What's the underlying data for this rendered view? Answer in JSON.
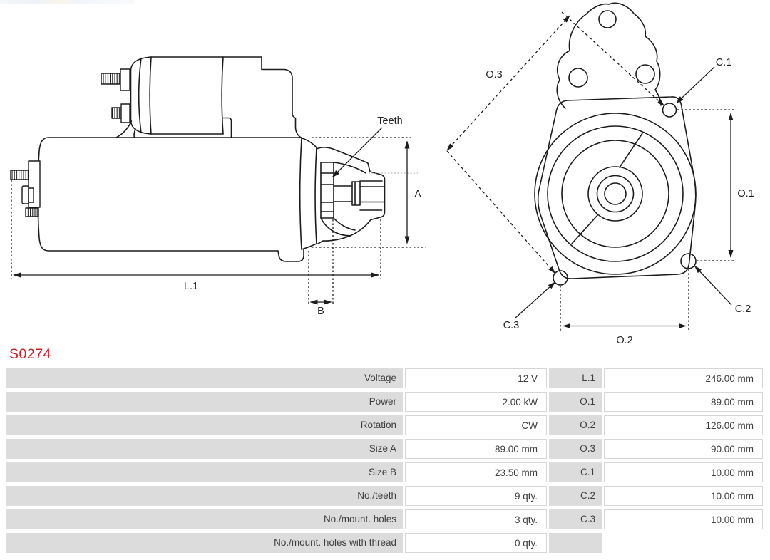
{
  "part_number": "S0274",
  "colors": {
    "part_number_red": "#c42127",
    "table_cell_gray": "#dcdcdc",
    "drawing_line": "#1c1c1c"
  },
  "diagram": {
    "side": {
      "teeth": "Teeth",
      "a": "A",
      "b": "B",
      "l1": "L.1"
    },
    "front": {
      "o1": "O.1",
      "o2": "O.2",
      "o3": "O.3",
      "c1": "C.1",
      "c2": "C.2",
      "c3": "C.3"
    }
  },
  "table": {
    "rows": [
      {
        "label": "Voltage",
        "value": "12 V",
        "label2": "L.1",
        "value2": "246.00 mm"
      },
      {
        "label": "Power",
        "value": "2.00 kW",
        "label2": "O.1",
        "value2": "89.00 mm"
      },
      {
        "label": "Rotation",
        "value": "CW",
        "label2": "O.2",
        "value2": "126.00 mm"
      },
      {
        "label": "Size A",
        "value": "89.00 mm",
        "label2": "O.3",
        "value2": "90.00 mm"
      },
      {
        "label": "Size B",
        "value": "23.50 mm",
        "label2": "C.1",
        "value2": "10.00 mm"
      },
      {
        "label": "No./teeth",
        "value": "9 qty.",
        "label2": "C.2",
        "value2": "10.00 mm"
      },
      {
        "label": "No./mount. holes",
        "value": "3 qty.",
        "label2": "C.3",
        "value2": "10.00 mm"
      },
      {
        "label": "No./mount. holes with thread",
        "value": "0 qty.",
        "label2": "",
        "value2": ""
      }
    ]
  }
}
